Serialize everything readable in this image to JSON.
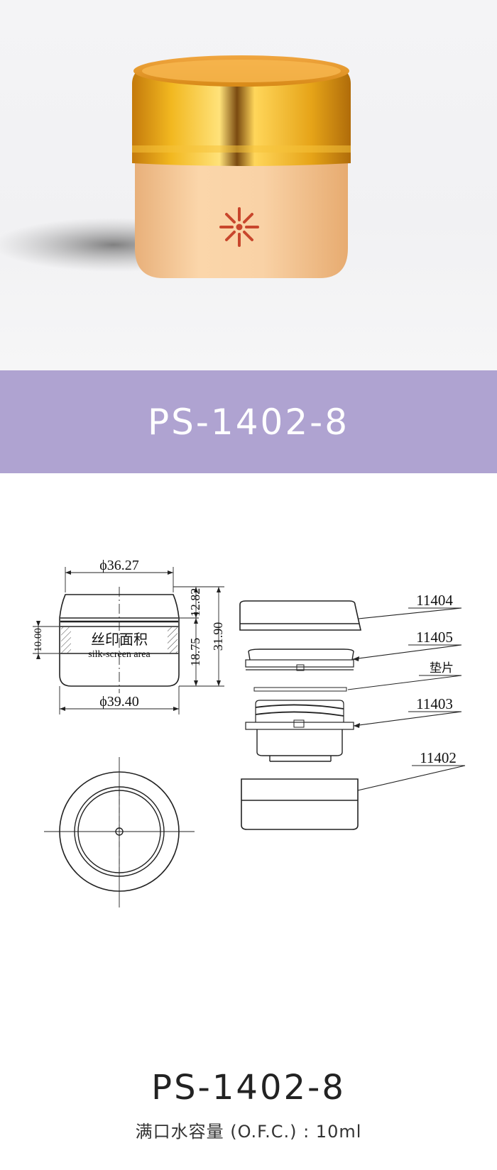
{
  "product": {
    "model": "PS-1402-8",
    "capacity_label": "满口水容量 (O.F.C.) : 10ml"
  },
  "colors": {
    "banner": "#afa3d1",
    "jar_amber": "#e0a21a",
    "jar_body": "#f4c79a",
    "flower": "#c8462c"
  },
  "drawing": {
    "dim_top_diameter": "ϕ36.27",
    "dim_bottom_diameter": "ϕ39.40",
    "dim_cap_height": "12.82",
    "dim_body_height": "18.75",
    "dim_total_height": "31.90",
    "dim_print_height": "10.00",
    "silk_cn": "丝印面积",
    "silk_en": "silk-screen area"
  },
  "parts": [
    {
      "code": "11404"
    },
    {
      "code": "11405"
    },
    {
      "code": "垫片"
    },
    {
      "code": "11403"
    },
    {
      "code": "11402"
    }
  ]
}
